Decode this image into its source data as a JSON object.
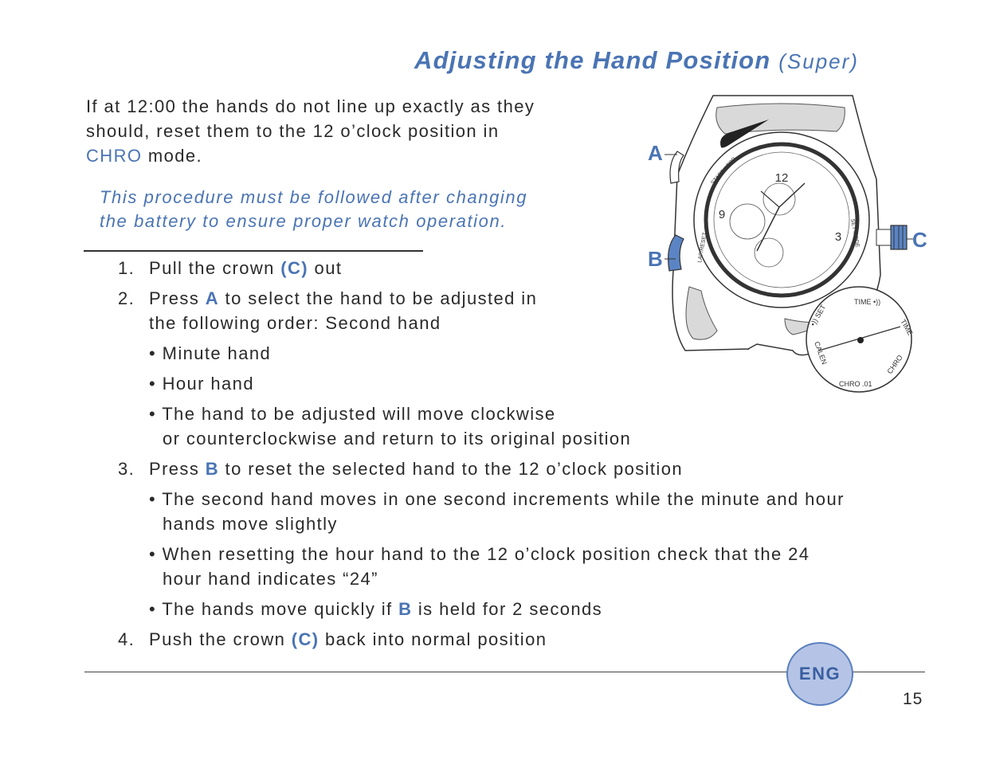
{
  "title": {
    "main": "Adjusting the Hand Position",
    "sub": "(Super)"
  },
  "intro": {
    "line1": "If at 12:00 the hands do not line up exactly as they",
    "line2": "should, reset them to the 12 o’clock position in",
    "mode": "CHRO",
    "line3_rest": " mode."
  },
  "note": {
    "line1": "This procedure must be followed after changing",
    "line2": "the battery to ensure proper watch operation."
  },
  "steps": {
    "s1": {
      "num": "1.",
      "pre": "Pull the crown ",
      "key": "(C)",
      "post": " out"
    },
    "s2": {
      "num": "2.",
      "pre": "Press ",
      "key": "A",
      "post": " to select the hand to be adjusted in",
      "line2": "the following order:  Second hand"
    },
    "s2_bullets": [
      "• Minute hand",
      "• Hour hand",
      "• The hand to be adjusted will move clockwise"
    ],
    "s2_b3_line2": "or counterclockwise and return to its original position",
    "s3": {
      "num": "3.",
      "pre": "Press ",
      "key": "B",
      "post": " to reset the selected hand to the 12 o’clock position"
    },
    "s3_b1": {
      "line1": "• The second hand moves in one second increments while the minute and hour",
      "line2": "hands move slightly"
    },
    "s3_b2": {
      "line1": "• When resetting the hour hand to the 12 o’clock position check that the 24",
      "line2": "hour hand indicates “24”"
    },
    "s3_b3": {
      "pre": "• The hands move quickly if ",
      "key": "B",
      "post": " is held for 2 seconds"
    },
    "s4": {
      "num": "4.",
      "pre": "Push the crown ",
      "key": "(C)",
      "post": " back into normal position"
    }
  },
  "figure": {
    "callouts": {
      "a": "A",
      "b": "B",
      "c": "C"
    },
    "dial_numbers": {
      "n12": "12",
      "n3": "3",
      "n9": "9"
    },
    "bezel_labels": {
      "start_stop": "START/STOP",
      "lap_reset": "LAP/RESET",
      "set_mode": "SET MODE"
    },
    "crown_labels": {
      "time_top": "TIME •))",
      "time_right": "TIME",
      "set": "•)) SET",
      "calen": "CALEN",
      "chro01": "CHRO .01",
      "chro": "CHRO"
    }
  },
  "footer": {
    "badge": "ENG",
    "page": "15"
  },
  "colors": {
    "accent": "#4a74b4",
    "badge_fill": "#b5c4e6",
    "text": "#2a2a2a"
  }
}
